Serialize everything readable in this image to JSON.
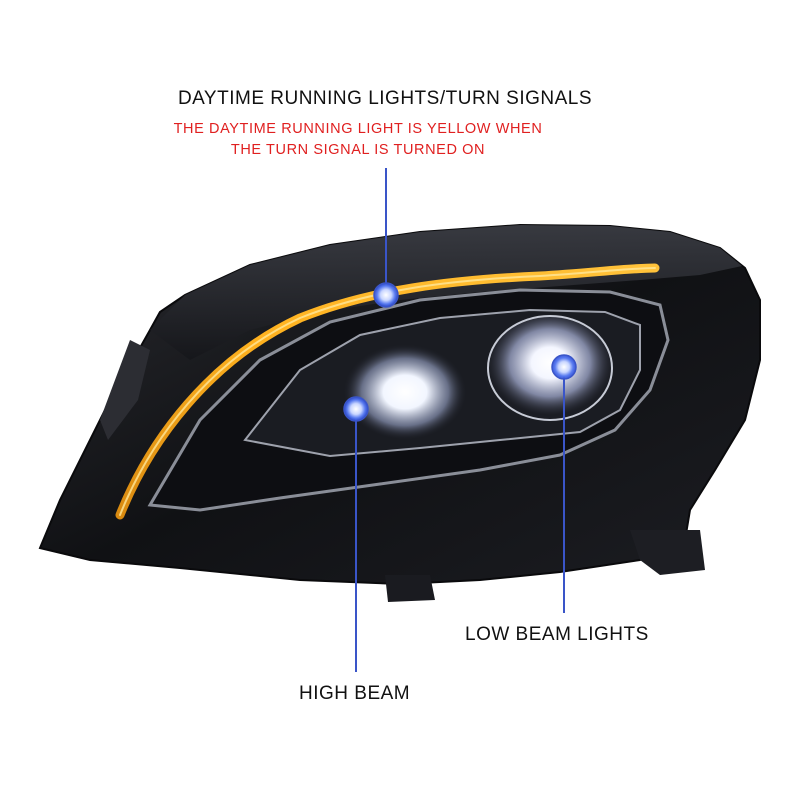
{
  "labels": {
    "drl_title": "DAYTIME RUNNING LIGHTS/TURN SIGNALS",
    "drl_note_line1": "THE DAYTIME RUNNING LIGHT IS YELLOW WHEN",
    "drl_note_line2": "THE TURN SIGNAL IS TURNED ON",
    "low_beam": "LOW BEAM LIGHTS",
    "high_beam": "HIGH BEAM"
  },
  "colors": {
    "note_text": "#e02020",
    "callout_line": "#3a55c8",
    "drl_amber": "#ffa81a",
    "housing": "#141416"
  }
}
